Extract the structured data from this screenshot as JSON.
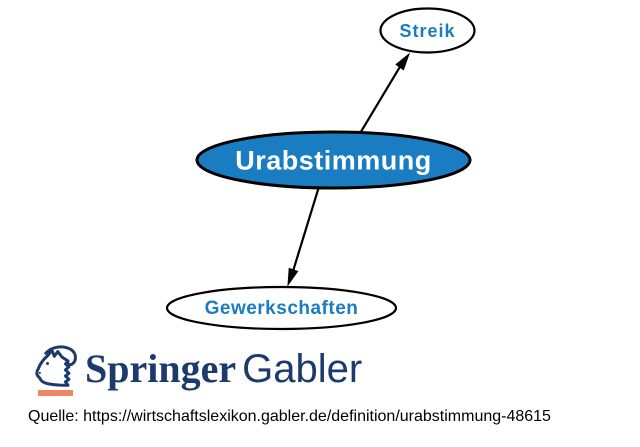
{
  "diagram": {
    "center_node": {
      "label": "Urabstimmung"
    },
    "related_nodes": [
      {
        "label": "Streik"
      },
      {
        "label": "Gewerkschaften"
      }
    ],
    "colors": {
      "node_fill_blue": "#1a7dc2",
      "node_bg_white": "#ffffff",
      "node_text_blue": "#1a7dc2",
      "center_label_text": "#ffffff",
      "node_outline": "#000000",
      "arrow": "#000000"
    }
  },
  "branding": {
    "publisher_primary": "Springer",
    "publisher_secondary": "Gabler",
    "icon": "chess-knight-icon",
    "colors": {
      "navy": "#1c3a6b",
      "orange": "#ef8767"
    }
  },
  "footer": {
    "source_text": "Quelle: https://wirtschaftslexikon.gabler.de/definition/urabstimmung-48615"
  }
}
